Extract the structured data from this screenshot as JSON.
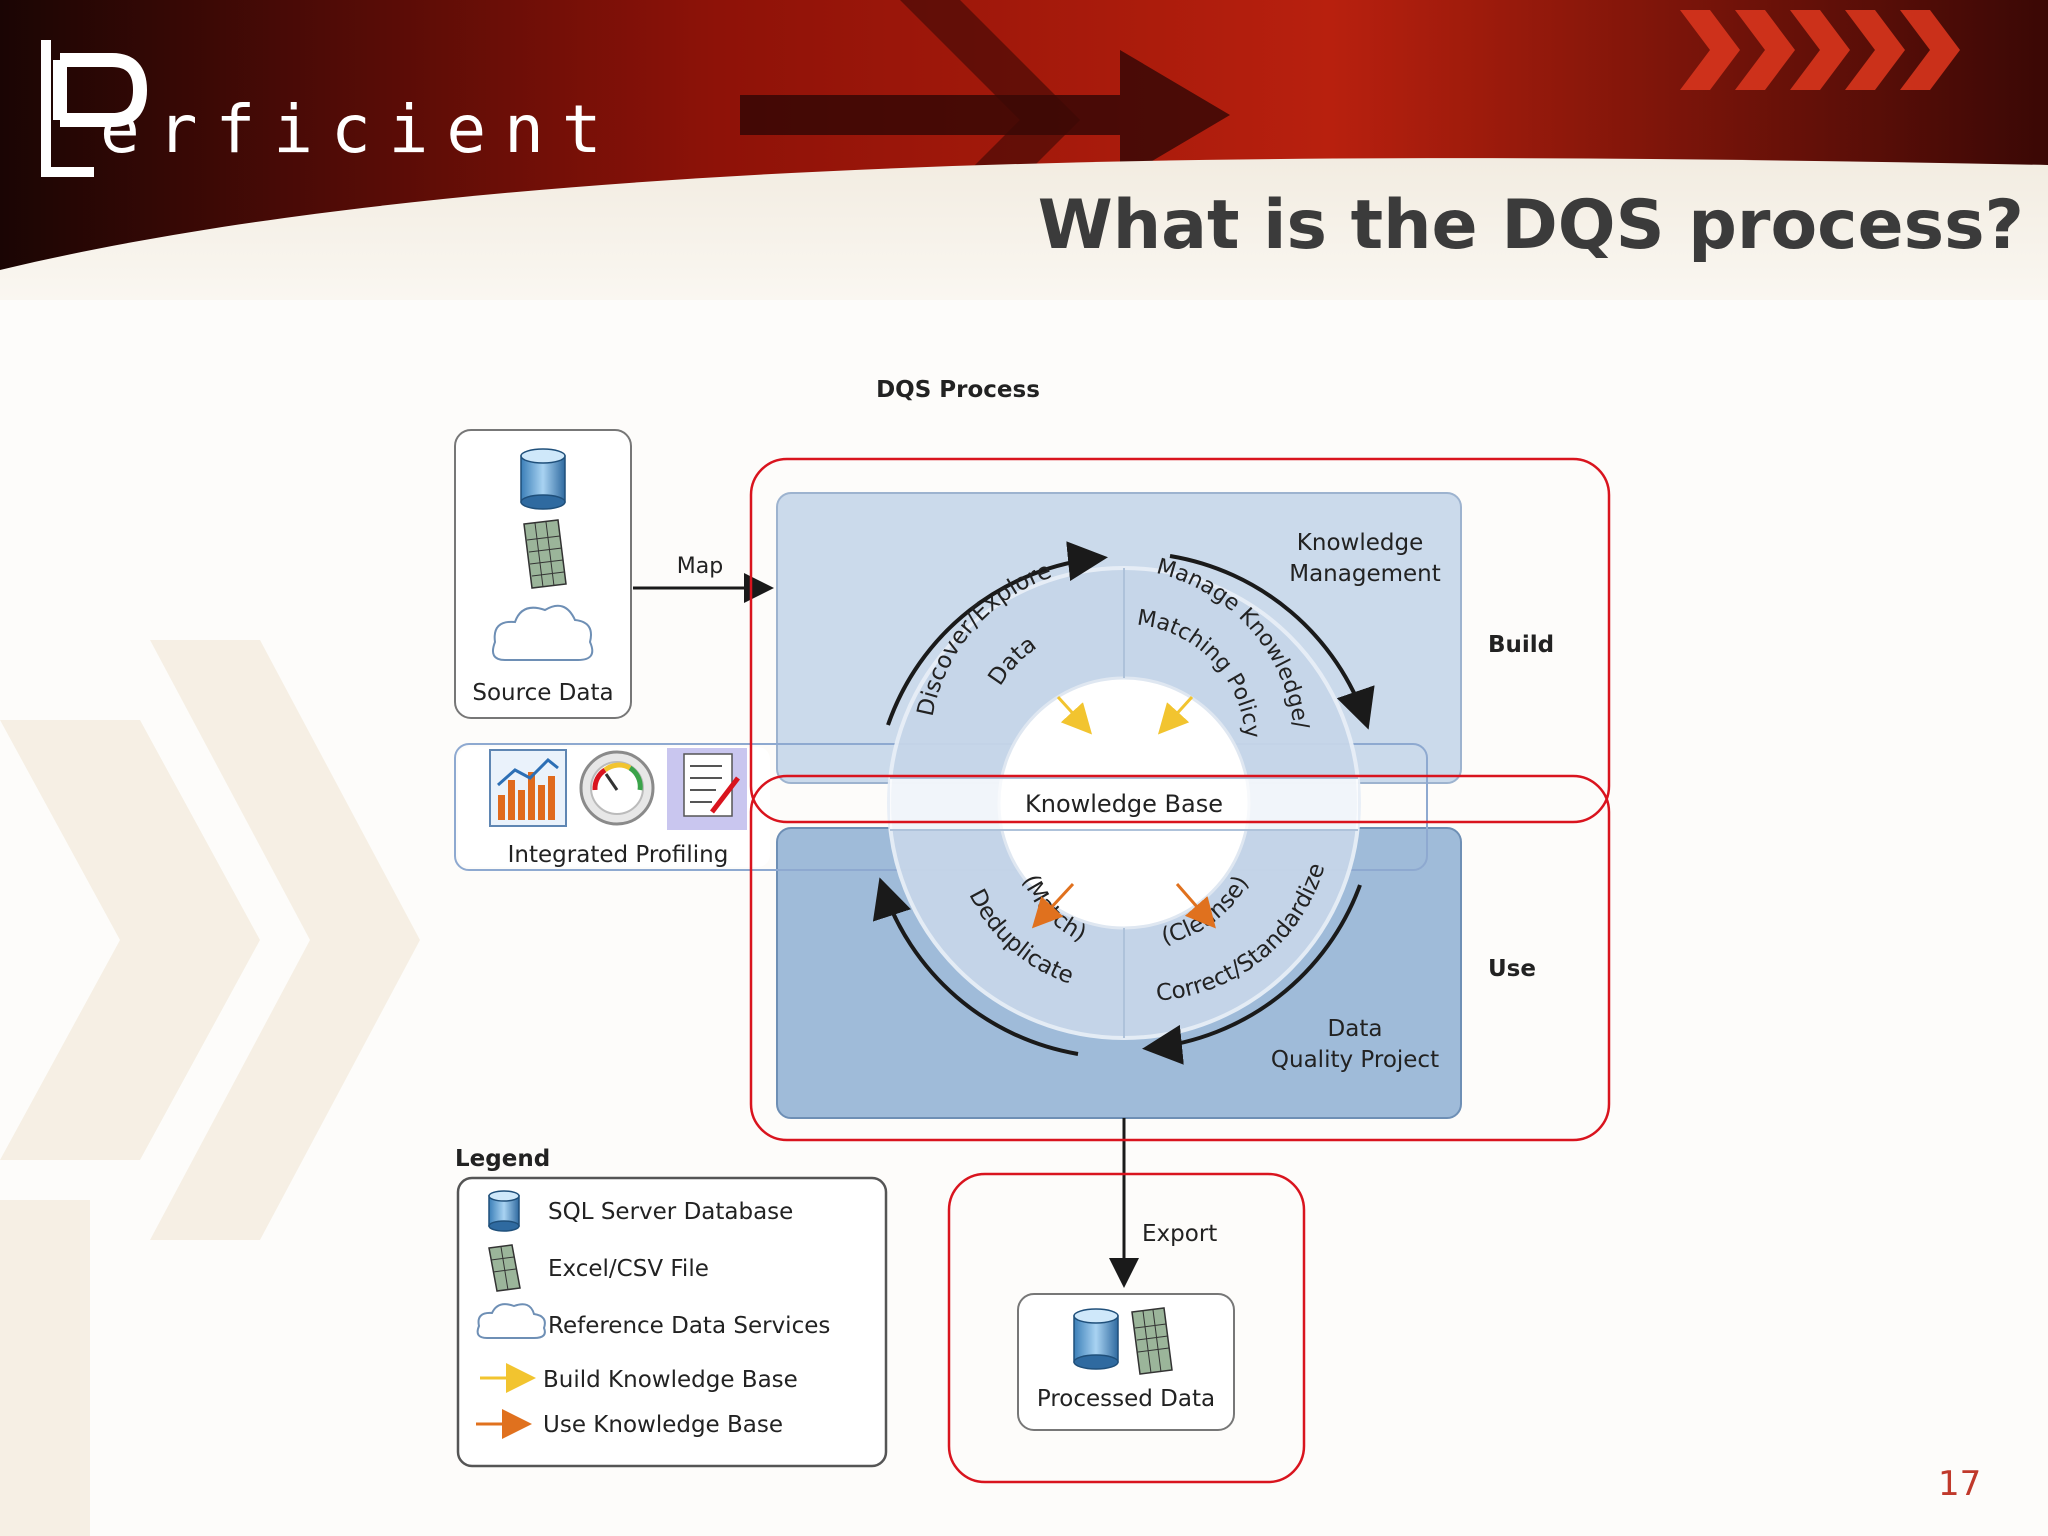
{
  "slide": {
    "logo_text": "erficient",
    "title": "What is the DQS process?",
    "page_number": "17"
  },
  "diagram": {
    "heading": "DQS Process",
    "source_data_label": "Source Data",
    "map_label": "Map",
    "integrated_profiling_label": "Integrated Profiling",
    "knowledge_management_line1": "Knowledge",
    "knowledge_management_line2": "Management",
    "build_label": "Build",
    "use_label": "Use",
    "knowledge_base_label": "Knowledge Base",
    "discover_line1": "Discover/Explore",
    "discover_line2": "Data",
    "manage_line1": "Manage Knowledge/",
    "manage_line2": "Matching Policy",
    "dedupe_line1": "Deduplicate",
    "dedupe_line2": "(Match)",
    "correct_line1": "Correct/Standardize",
    "correct_line2": "(Cleanse)",
    "dq_project_line1": "Data",
    "dq_project_line2": "Quality Project",
    "export_label": "Export",
    "processed_data_label": "Processed Data",
    "colors": {
      "highlight": "#d9141e",
      "build_panel": "#cbdaeb",
      "use_panel": "#9fbbd9",
      "build_arrow": "#f2c42f",
      "use_arrow": "#e0711e"
    }
  },
  "legend": {
    "title": "Legend",
    "items": [
      {
        "icon": "database-icon",
        "label": "SQL Server Database"
      },
      {
        "icon": "spreadsheet-icon",
        "label": "Excel/CSV File"
      },
      {
        "icon": "cloud-icon",
        "label": "Reference Data Services"
      },
      {
        "icon": "yellow-arrow-icon",
        "label": "Build Knowledge Base"
      },
      {
        "icon": "orange-arrow-icon",
        "label": "Use Knowledge Base"
      }
    ]
  }
}
